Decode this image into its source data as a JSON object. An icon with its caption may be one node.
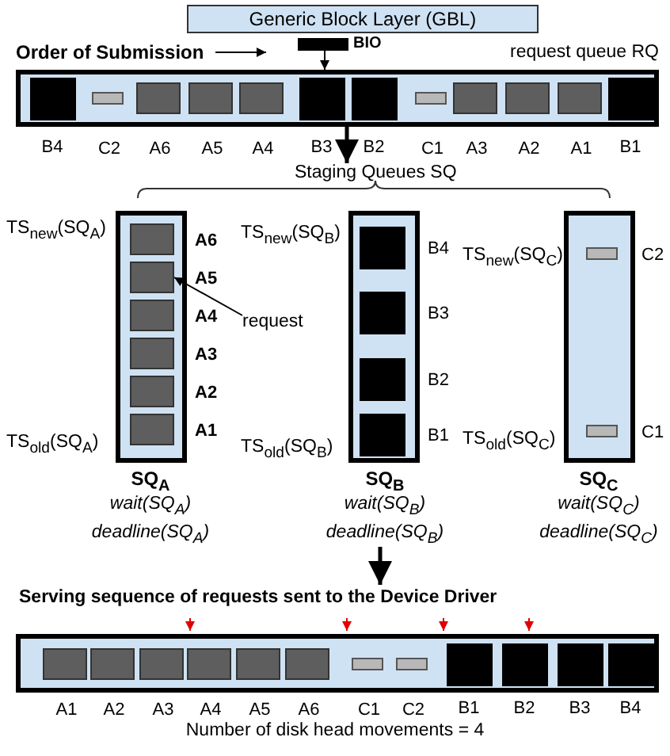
{
  "diagram": {
    "nodes": [
      {
        "text": [
          "Generic Block Layer (GBL)"
        ]
      },
      {
        "text": [
          "BIO"
        ]
      },
      {
        "text": [
          "request queue RQ"
        ]
      },
      {
        "text": [
          "B4"
        ],
        "in": 2
      },
      {
        "text": [
          "C2"
        ],
        "in": 2
      },
      {
        "text": [
          "A6"
        ],
        "in": 2
      },
      {
        "text": [
          "A5"
        ],
        "in": 2
      },
      {
        "text": [
          "A4"
        ],
        "in": 2
      },
      {
        "text": [
          "B3"
        ],
        "in": 2
      },
      {
        "text": [
          "B2"
        ],
        "in": 2
      },
      {
        "text": [
          "C1"
        ],
        "in": 2
      },
      {
        "text": [
          "A3"
        ],
        "in": 2
      },
      {
        "text": [
          "A2"
        ],
        "in": 2
      },
      {
        "text": [
          "A1"
        ],
        "in": 2
      },
      {
        "text": [
          "B1"
        ],
        "in": 2
      },
      {
        "text": [
          "SQ$_{A}$",
          "wait(SQ$_{A}$)",
          "deadline(SQ$_{A}$)"
        ],
        "beside": [
          "TS$_{new}$(SQ$_{A}$)",
          "TS$_{old}$(SQ$_{A}$)"
        ]
      },
      {
        "text": [
          "A6"
        ],
        "in": 15
      },
      {
        "text": [
          "A5"
        ],
        "in": 15
      },
      {
        "text": [
          "A4"
        ],
        "in": 15
      },
      {
        "text": [
          "A3"
        ],
        "in": 15
      },
      {
        "text": [
          "A2"
        ],
        "in": 15
      },
      {
        "text": [
          "A1"
        ],
        "in": 15
      },
      {
        "text": [
          "SQ$_{B}$",
          "wait(SQ$_{B}$)",
          "deadline(SQ$_{B}$)"
        ],
        "beside": [
          "TS$_{new}$(SQ$_{B}$)",
          "TS$_{old}$(SQ$_{B}$)"
        ]
      },
      {
        "text": [
          "B4"
        ],
        "in": 22
      },
      {
        "text": [
          "B3"
        ],
        "in": 22
      },
      {
        "text": [
          "B2"
        ],
        "in": 22
      },
      {
        "text": [
          "B1"
        ],
        "in": 22
      },
      {
        "text": [
          "SQ$_{C}$",
          "wait(SQ$_{C}$)",
          "deadline(SQ$_{C}$)"
        ],
        "beside": [
          "TS$_{new}$(SQ$_{C}$)",
          "TS$_{old}$(SQ$_{C}$)"
        ]
      },
      {
        "text": [
          "C2"
        ],
        "in": 27
      },
      {
        "text": [
          "C1"
        ],
        "in": 27
      },
      {
        "text": [
          "request"
        ]
      },
      {
        "text": [
          "Staging Queues SQ"
        ]
      },
      {
        "text": [
          "Serving sequence of requests sent to the Device Driver"
        ],
        "beside": [
          "Number of disk head movements = 4"
        ]
      },
      {
        "text": [
          "A1"
        ],
        "in": 32
      },
      {
        "text": [
          "A2"
        ],
        "in": 32
      },
      {
        "text": [
          "A3"
        ],
        "in": 32
      },
      {
        "text": [
          "A4"
        ],
        "in": 32
      },
      {
        "text": [
          "A5"
        ],
        "in": 32
      },
      {
        "text": [
          "A6"
        ],
        "in": 32
      },
      {
        "text": [
          "C1"
        ],
        "in": 32
      },
      {
        "text": [
          "C2"
        ],
        "in": 32
      },
      {
        "text": [
          "B1"
        ],
        "in": 32
      },
      {
        "text": [
          "B2"
        ],
        "in": 32
      },
      {
        "text": [
          "B3"
        ],
        "in": 32
      },
      {
        "text": [
          "B4"
        ],
        "in": 32
      }
    ],
    "edges": [
      {
        "from": 1,
        "to": 2,
        "arrow": "to"
      },
      {
        "from": 2,
        "to": 31,
        "arrow": "to",
        "style": "thick"
      },
      {
        "from": 30,
        "to": 17,
        "arrow": "to"
      },
      {
        "from": 22,
        "to": 32,
        "arrow": "to",
        "style": "thick"
      }
    ],
    "labels": [
      "Order of Submission"
    ]
  }
}
